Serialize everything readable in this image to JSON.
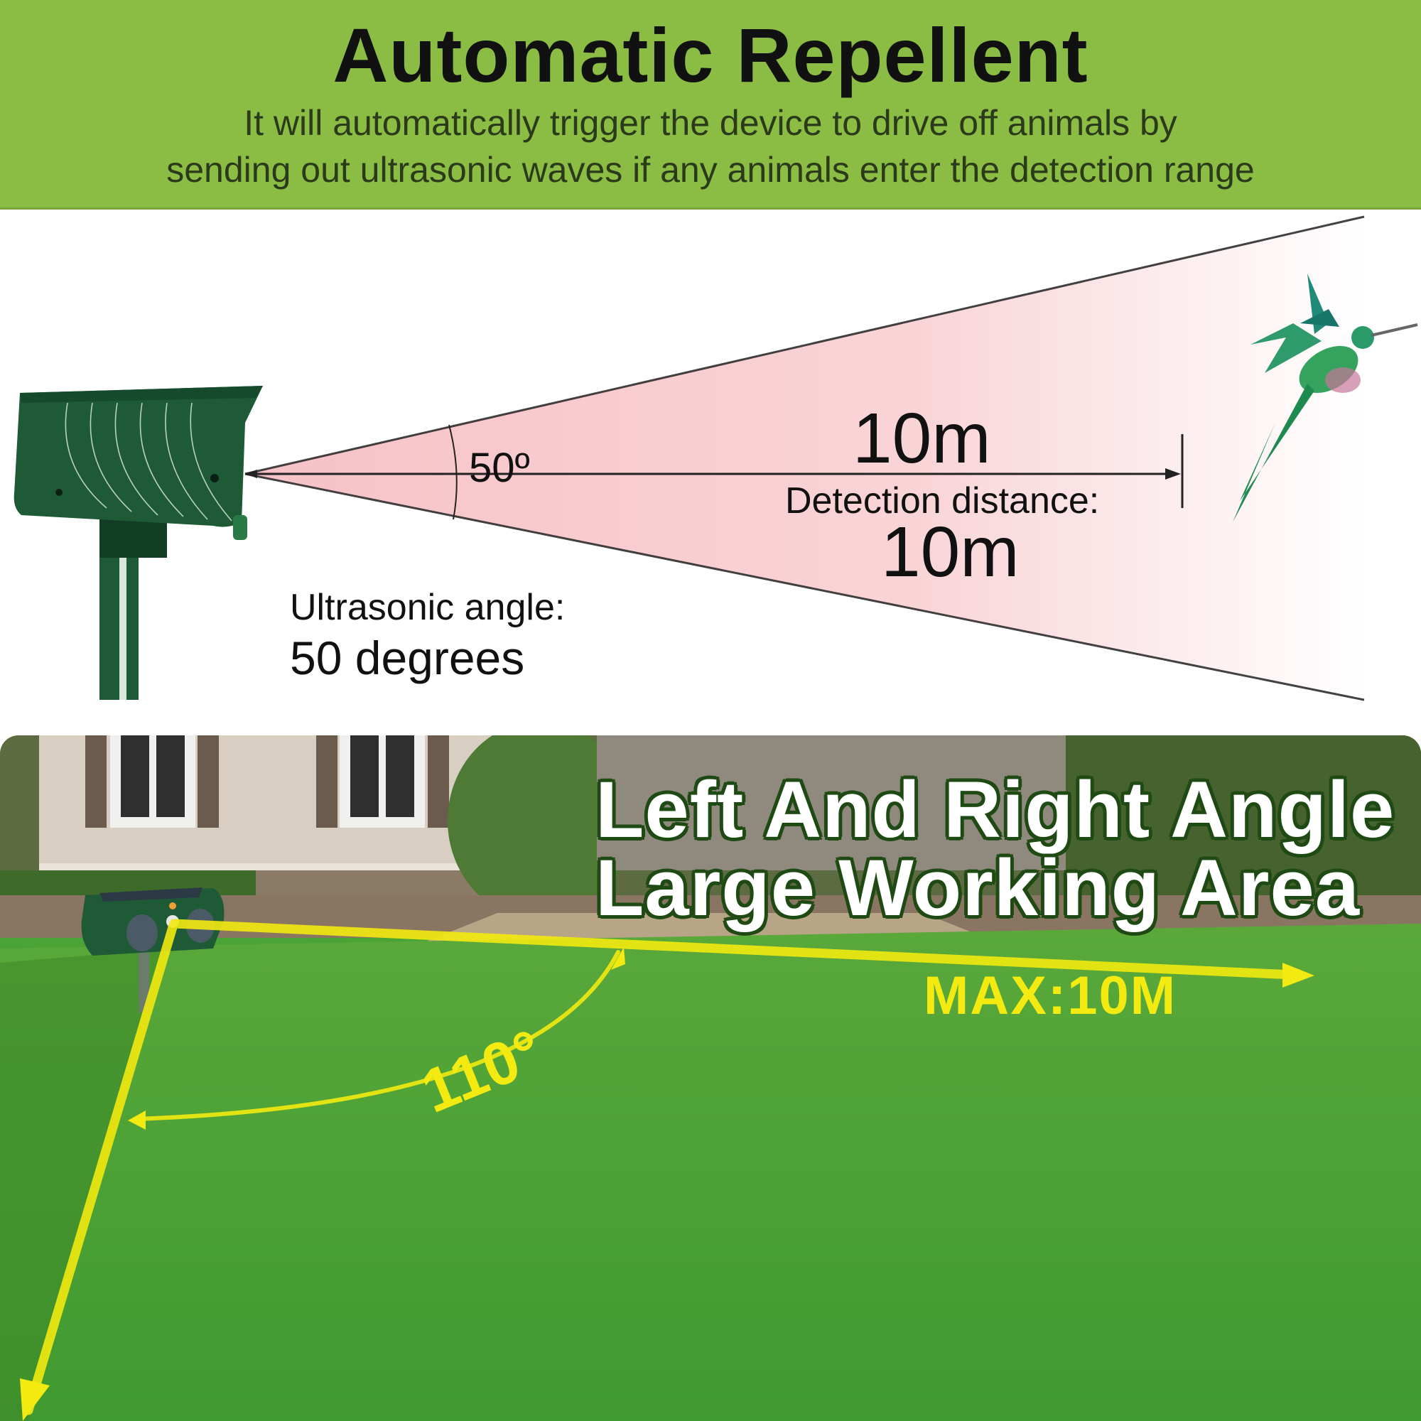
{
  "banner": {
    "title": "Automatic Repellent",
    "subtitle_line1": "It will automatically trigger the device to drive off animals by",
    "subtitle_line2": "sending out ultrasonic waves if any animals enter the detection range",
    "background_color": "#8bbd45"
  },
  "diagram": {
    "angle_marker": "50º",
    "distance_top": "10m",
    "distance_label": "Detection distance:",
    "distance_value": "10m",
    "ultrasonic_label": "Ultrasonic angle:",
    "ultrasonic_value": "50 degrees",
    "cone_color": "#f8c9cc",
    "device_color": "#1d5a35",
    "icons": [
      "repeller-device-icon",
      "hummingbird-icon"
    ]
  },
  "lawn": {
    "title_line1": "Left And Right Angle",
    "title_line2": "Large Working Area",
    "max_distance": "MAX:10M",
    "angle": "110°",
    "accent_color": "#f2ea10",
    "grass_color": "#4aa335"
  }
}
